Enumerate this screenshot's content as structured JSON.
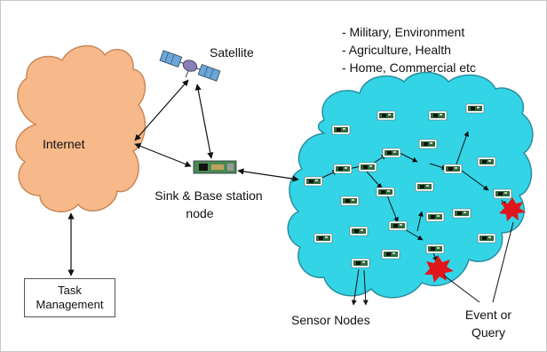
{
  "labels": {
    "satellite": "Satellite",
    "internet": "Internet",
    "sink": [
      "Sink & Base station",
      "node"
    ],
    "task": [
      "Task",
      "Management"
    ],
    "sensor_nodes": "Sensor Nodes",
    "event": [
      "Event or",
      "Query"
    ]
  },
  "applications": [
    "- Military, Environment",
    "- Agriculture, Health",
    "- Home, Commercial etc"
  ],
  "colors": {
    "internet_cloud": "#f7b98a",
    "sensor_cloud": "#33d4e6",
    "event_burst": "#e0161c",
    "node_board": "#2f6a3a"
  }
}
